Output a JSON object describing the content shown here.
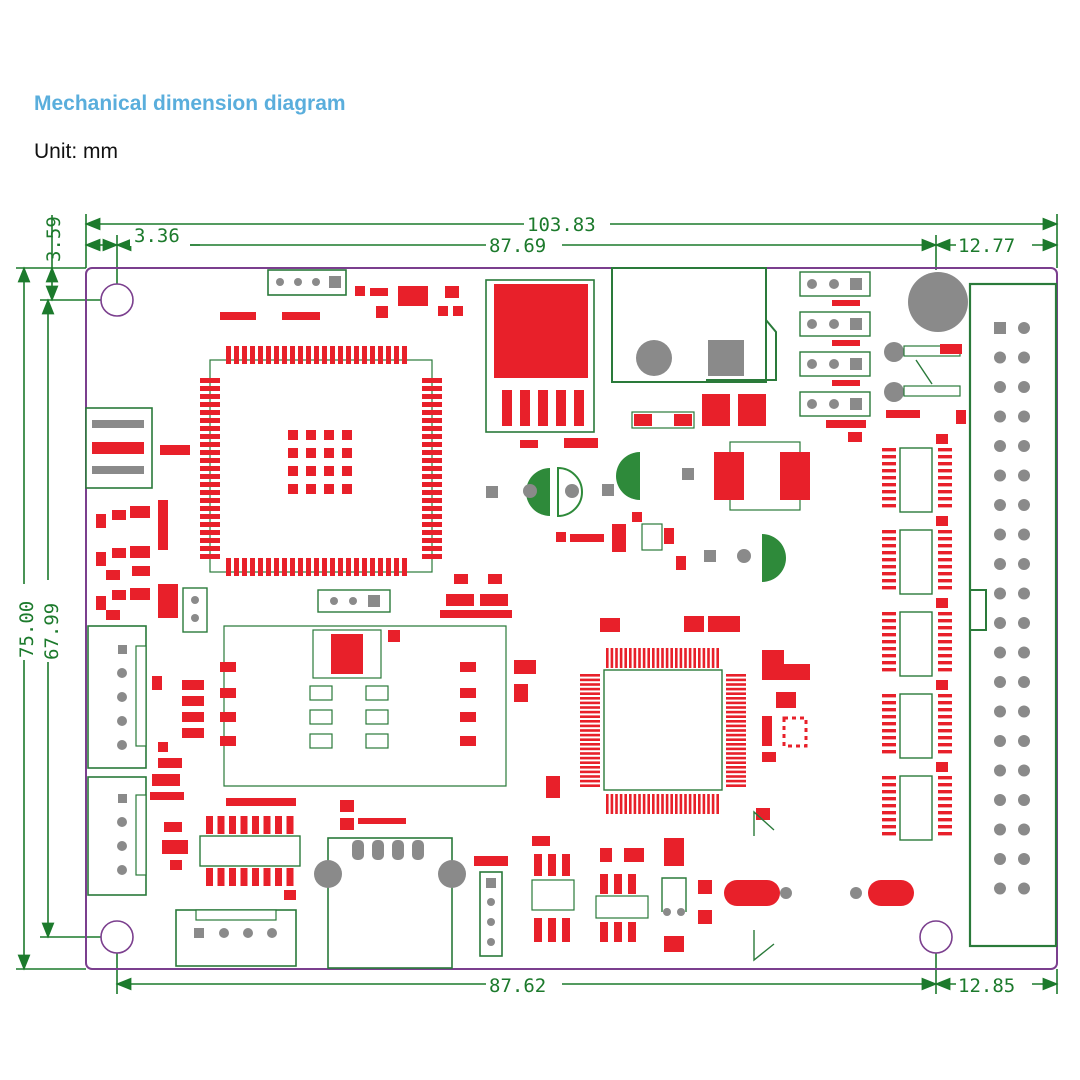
{
  "heading": {
    "title": "Mechanical dimension diagram",
    "unit": "Unit: mm"
  },
  "dimensions": {
    "overall_width": "103.83",
    "hole_offset_x": "3.36",
    "top_hole_spacing": "87.69",
    "right_margin_top": "12.77",
    "hole_offset_y": "3.59",
    "overall_height": "75.00",
    "hole_spacing_y": "67.99",
    "bottom_hole_spacing": "87.62",
    "right_margin_bottom": "12.85"
  },
  "colors": {
    "title": "#5aaedc",
    "dimension_line": "#1c7a2c",
    "board_outline": "#7b3f8e",
    "pad": "#e8202a",
    "silkscreen": "#2a7a3a",
    "gray": "#8a8a8a"
  }
}
